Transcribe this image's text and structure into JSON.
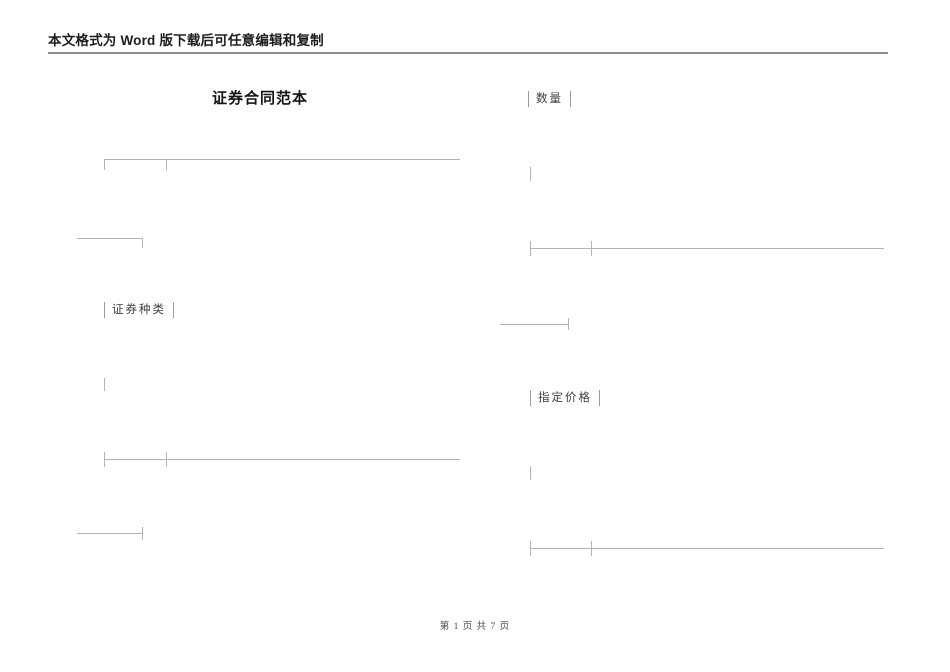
{
  "document": {
    "header_note": "本文格式为 Word 版下载后可任意编辑和复制",
    "title": "证券合同范本",
    "footer": "第 1 页 共 7 页"
  },
  "fields": {
    "quantity_label": "数量",
    "security_type_label": "证券种类",
    "designated_price_label": "指定价格"
  },
  "colors": {
    "header_rule": "#8c8c8c",
    "table_rule": "#b4b4b4",
    "text": "#1a1a1a"
  }
}
